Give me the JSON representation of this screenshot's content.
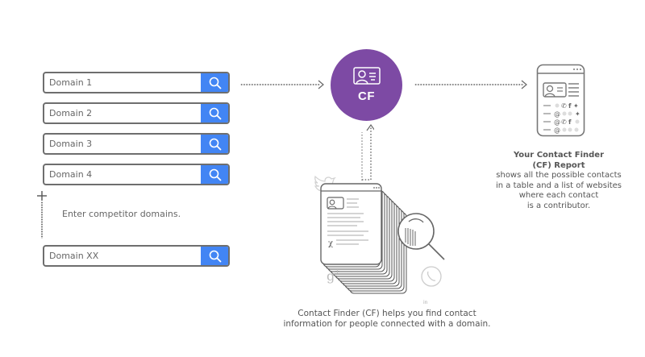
{
  "inputs": {
    "domains": [
      {
        "placeholder": "Domain 1"
      },
      {
        "placeholder": "Domain 2"
      },
      {
        "placeholder": "Domain 3"
      },
      {
        "placeholder": "Domain 4"
      },
      {
        "placeholder": "Domain XX"
      }
    ],
    "hint": "Enter competitor domains.",
    "search_icon": "search-icon",
    "add_icon": "plus-icon",
    "button_color": "#4285f4"
  },
  "center": {
    "badge_label": "CF",
    "badge_icon": "contact-card-icon",
    "badge_color": "#7d4aa4",
    "caption_line1": "Contact Finder (CF) helps you find contact",
    "caption_line2": "information for people connected with a domain.",
    "illustration": "document-stack-with-magnifier",
    "social_icons": [
      "twitter-icon",
      "google-plus-icon",
      "skype-icon",
      "linkedin-icon",
      "xing-icon"
    ]
  },
  "report": {
    "title_line1": "Your Contact Finder",
    "title_line2": "(CF) Report",
    "desc_line1": "shows all the possible contacts",
    "desc_line2": "in a table and a list of websites",
    "desc_line3": "where each contact",
    "desc_line4": "is a contributor.",
    "icon": "report-document-icon"
  }
}
